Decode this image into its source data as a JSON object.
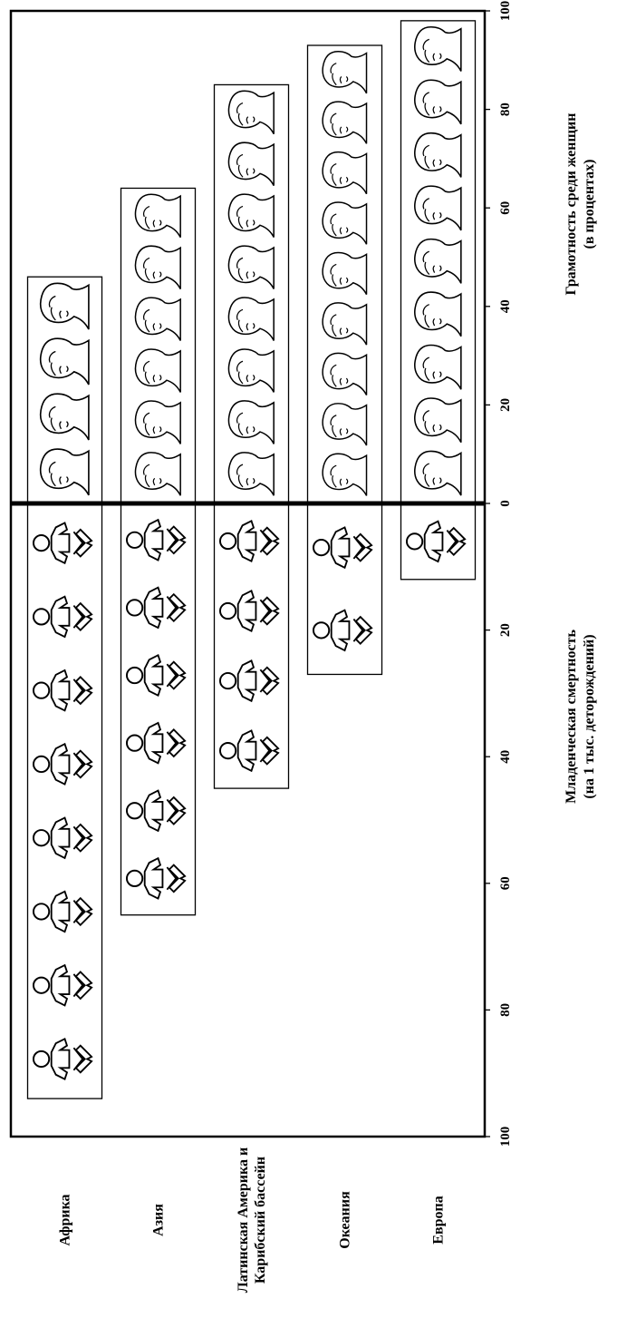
{
  "chart_data": {
    "type": "bar",
    "orientation": "horizontal-diverging",
    "categories": [
      "Африка",
      "Азия",
      "Латинская Америка и Карибский бассейн",
      "Океания",
      "Европа"
    ],
    "category_label_lines": [
      [
        "Африка"
      ],
      [
        "Азия"
      ],
      [
        "Латинская Америка и",
        "Карибский бассейн"
      ],
      [
        "Океания"
      ],
      [
        "Европа"
      ]
    ],
    "series": [
      {
        "name": "Грамотность среди женщин (в процентах)",
        "side": "top",
        "values": [
          46,
          64,
          85,
          93,
          98
        ]
      },
      {
        "name": "Младенческая смертность (на 1 тыс. деторождений)",
        "side": "bottom",
        "values": [
          94,
          65,
          45,
          27,
          12
        ]
      }
    ],
    "axes": {
      "top": {
        "ticks": [
          "0",
          "20",
          "40",
          "60",
          "80",
          "100"
        ],
        "range": [
          0,
          100
        ],
        "title_lines": [
          "Грамотность среди женщин",
          "(в процентах)"
        ]
      },
      "bottom": {
        "ticks": [
          "20",
          "40",
          "60",
          "80",
          "100"
        ],
        "range": [
          0,
          100
        ],
        "title_lines": [
          "Младенческая смертность",
          "(на 1 тыс. деторождений)"
        ]
      }
    },
    "icons": {
      "literacy": "woman-face-icon",
      "mortality": "infant-icon"
    },
    "colors": {
      "ink": "#000000",
      "background": "#ffffff"
    },
    "grid": false,
    "legend": "none"
  }
}
